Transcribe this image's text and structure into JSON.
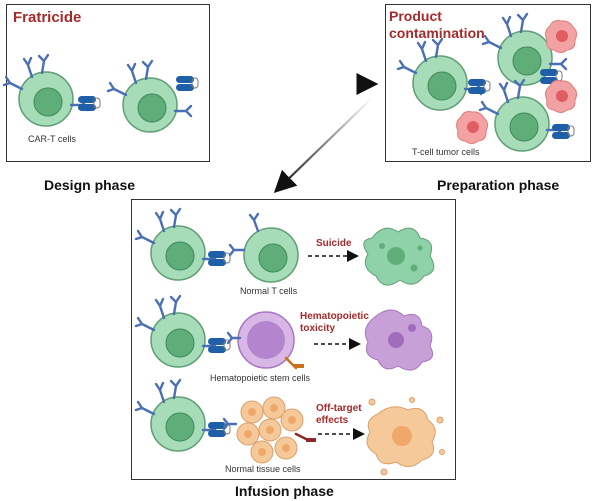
{
  "panels": {
    "fratricide": {
      "title": "Fratricide",
      "label": "CAR-T cells"
    },
    "product": {
      "title_line1": "Product",
      "title_line2": "contamination",
      "label": "T-cell tumor cells"
    },
    "infusion": {
      "rows": [
        {
          "effect": "Suicide",
          "label": "Normal T cells"
        },
        {
          "effect_line1": "Hematopoietic",
          "effect_line2": "toxicity",
          "label": "Hematopoietic stem cells"
        },
        {
          "effect_line1": "Off-target",
          "effect_line2": "effects",
          "label": "Normal tissue cells"
        }
      ]
    }
  },
  "phases": {
    "design": "Design phase",
    "preparation": "Preparation phase",
    "infusion": "Infusion phase"
  },
  "colors": {
    "cart_cell": "#a6dcb8",
    "nucleus": "#5fae7a",
    "receptor": "#1f5fa8",
    "tumor": "#f08f8f",
    "stem": "#c9a3db",
    "tissue": "#f6c99a",
    "accent": "#a52a2a"
  }
}
